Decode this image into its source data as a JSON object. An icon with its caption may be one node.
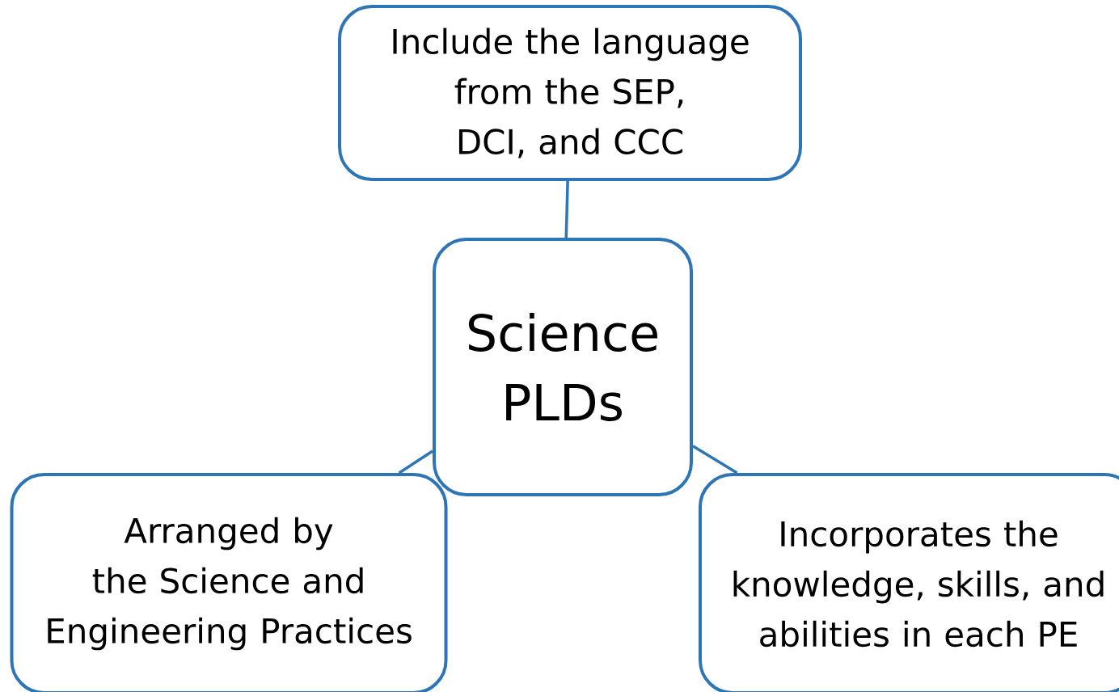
{
  "diagram": {
    "nodes": [
      {
        "text": [
          "Science PLDs"
        ]
      },
      {
        "text": [
          "Include the language from the SEP, DCI, and CCC"
        ]
      },
      {
        "text": [
          "Arranged by the Science and Engineering Practices"
        ]
      },
      {
        "text": [
          "Incorporates the knowledge, skills, and abilities in each PE"
        ]
      }
    ],
    "edges": [
      {
        "from": 0,
        "to": 1,
        "arrow": "none"
      },
      {
        "from": 0,
        "to": 2,
        "arrow": "none"
      },
      {
        "from": 0,
        "to": 3,
        "arrow": "none"
      }
    ]
  }
}
